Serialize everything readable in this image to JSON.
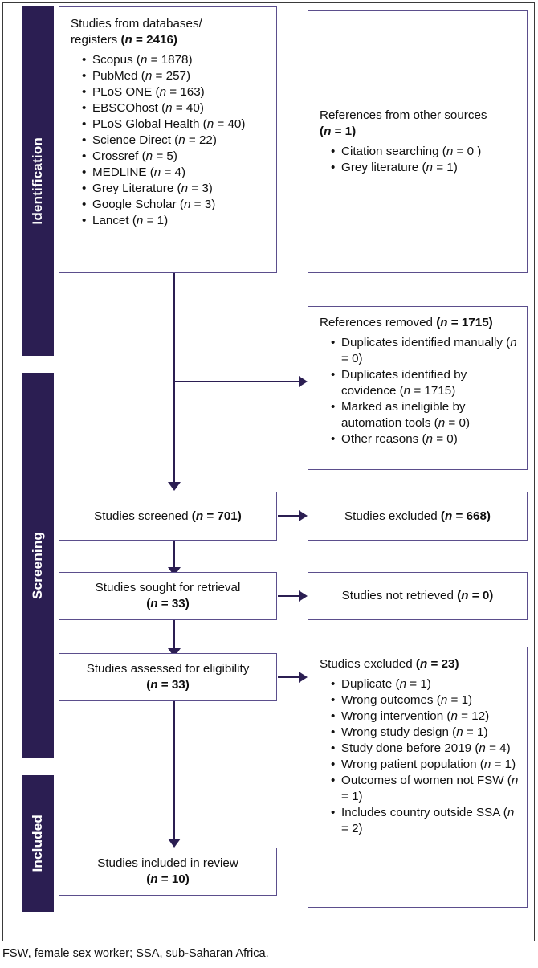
{
  "figure": {
    "type": "prisma-flow-diagram",
    "accent_color": "#2b1e52",
    "box_border_color": "#5b4e8c",
    "frame_border_color": "#3a3a3a"
  },
  "phases": [
    {
      "id": "identification",
      "label": "Identification"
    },
    {
      "id": "screening",
      "label": "Screening"
    },
    {
      "id": "included",
      "label": "Included"
    }
  ],
  "boxes": {
    "databases": {
      "title_line1": "Studies from databases/",
      "title_line2_text": "registers ",
      "title_line2_count": "(n = 2416)",
      "items": [
        {
          "label": "Scopus ",
          "count": "(n = 1878)"
        },
        {
          "label": "PubMed ",
          "count": "(n = 257)"
        },
        {
          "label": "PLoS ONE ",
          "count": "(n = 163)"
        },
        {
          "label": "EBSCOhost ",
          "count": "(n = 40)"
        },
        {
          "label": "PLoS Global Health ",
          "count": "(n = 40)"
        },
        {
          "label": "Science Direct ",
          "count": "(n = 22)"
        },
        {
          "label": "Crossref ",
          "count": "(n = 5)"
        },
        {
          "label": "MEDLINE ",
          "count": "(n = 4)"
        },
        {
          "label": "Grey Literature ",
          "count": "(n = 3)"
        },
        {
          "label": "Google Scholar ",
          "count": "(n = 3)"
        },
        {
          "label": "Lancet ",
          "count": "(n = 1)"
        }
      ]
    },
    "other_sources": {
      "title_text": "References from other sources ",
      "title_count": "(n = 1)",
      "items": [
        {
          "label": "Citation searching ",
          "count": "(n = 0 )"
        },
        {
          "label": "Grey literature ",
          "count": "(n = 1)"
        }
      ]
    },
    "references_removed": {
      "title_text": "References removed ",
      "title_count": "(n = 1715)",
      "items": [
        {
          "label": "Duplicates identified manually ",
          "count": "(n = 0)"
        },
        {
          "label": "Duplicates identified by covidence ",
          "count": "(n = 1715)"
        },
        {
          "label": "Marked as ineligible by automation tools ",
          "count": "(n = 0)"
        },
        {
          "label": "Other reasons ",
          "count": "(n = 0)"
        }
      ]
    },
    "studies_screened": {
      "title_text": "Studies screened ",
      "title_count": "(n = 701)"
    },
    "studies_excluded_screened": {
      "title_text": "Studies excluded ",
      "title_count": "(n = 668)"
    },
    "sought_retrieval": {
      "title_text": "Studies sought for retrieval",
      "title_count": "(n = 33)"
    },
    "not_retrieved": {
      "title_text": "Studies not retrieved ",
      "title_count": "(n = 0)"
    },
    "assessed_eligibility": {
      "title_text": "Studies assessed for eligibility",
      "title_count": "(n = 33)"
    },
    "studies_excluded_eligibility": {
      "title_text": "Studies excluded ",
      "title_count": "(n = 23)",
      "items": [
        {
          "label": "Duplicate ",
          "count": "(n = 1)"
        },
        {
          "label": "Wrong outcomes ",
          "count": "(n = 1)"
        },
        {
          "label": "Wrong intervention ",
          "count": "(n = 12)"
        },
        {
          "label": "Wrong study design ",
          "count": "(n = 1)"
        },
        {
          "label": "Study done before 2019 ",
          "count": "(n = 4)"
        },
        {
          "label": "Wrong patient population ",
          "count": "(n = 1)"
        },
        {
          "label": "Outcomes of women not FSW ",
          "count": "(n = 1)"
        },
        {
          "label": "Includes country outside SSA ",
          "count": "(n = 2)"
        }
      ]
    },
    "included_review": {
      "title_text": "Studies included in review",
      "title_count": "(n = 10)"
    }
  },
  "footnote": "FSW, female sex worker; SSA, sub-Saharan Africa."
}
